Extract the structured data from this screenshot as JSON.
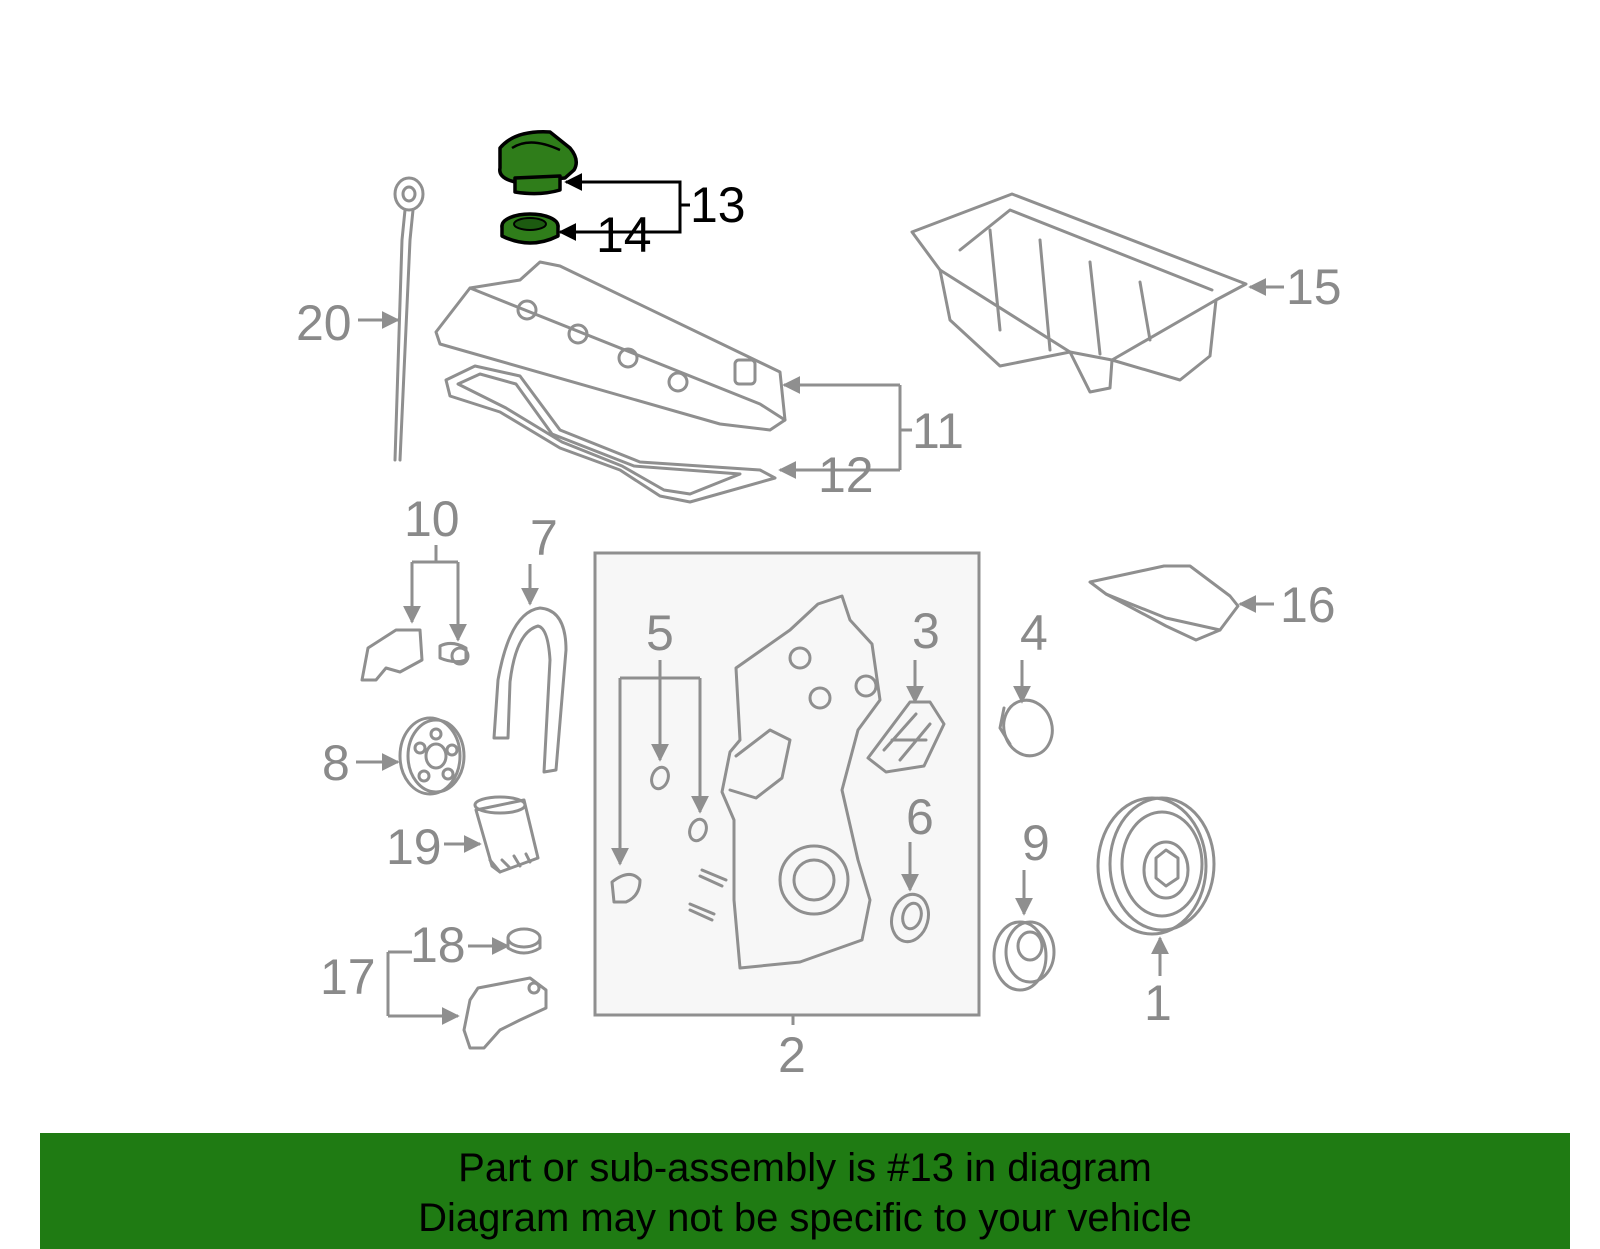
{
  "diagram": {
    "callouts": [
      {
        "id": "1",
        "label": "1"
      },
      {
        "id": "2",
        "label": "2"
      },
      {
        "id": "3",
        "label": "3"
      },
      {
        "id": "4",
        "label": "4"
      },
      {
        "id": "5",
        "label": "5"
      },
      {
        "id": "6",
        "label": "6"
      },
      {
        "id": "7",
        "label": "7"
      },
      {
        "id": "8",
        "label": "8"
      },
      {
        "id": "9",
        "label": "9"
      },
      {
        "id": "10",
        "label": "10"
      },
      {
        "id": "11",
        "label": "11"
      },
      {
        "id": "12",
        "label": "12"
      },
      {
        "id": "13",
        "label": "13"
      },
      {
        "id": "14",
        "label": "14"
      },
      {
        "id": "15",
        "label": "15"
      },
      {
        "id": "16",
        "label": "16"
      },
      {
        "id": "17",
        "label": "17"
      },
      {
        "id": "18",
        "label": "18"
      },
      {
        "id": "19",
        "label": "19"
      },
      {
        "id": "20",
        "label": "20"
      }
    ],
    "highlighted_part": "13",
    "highlight_color": "#2f7d1a"
  },
  "banner": {
    "line1": "Part or sub-assembly is #13 in diagram",
    "line2": "Diagram may not be specific to your vehicle",
    "color": "#1f7b13"
  }
}
